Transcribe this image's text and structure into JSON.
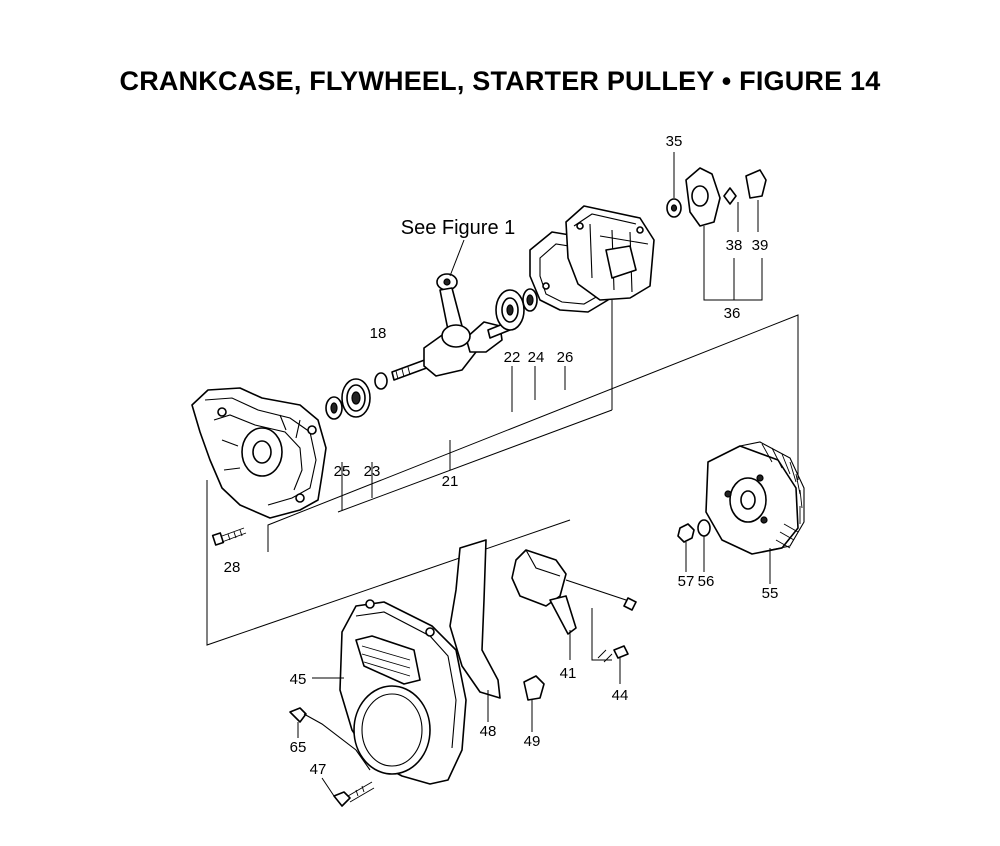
{
  "title": {
    "part1": "CRANKCASE, FLYWHEEL, STARTER PULLEY",
    "bullet": "•",
    "part2": "FIGURE 14"
  },
  "note": "See Figure 1",
  "labels": {
    "p18": "18",
    "p21": "21",
    "p22": "22",
    "p23": "23",
    "p24": "24",
    "p25": "25",
    "p26": "26",
    "p28": "28",
    "p35": "35",
    "p36": "36",
    "p38": "38",
    "p39": "39",
    "p41": "41",
    "p44": "44",
    "p45": "45",
    "p47": "47",
    "p48": "48",
    "p49": "49",
    "p55": "55",
    "p56": "56",
    "p57": "57",
    "p65": "65"
  }
}
